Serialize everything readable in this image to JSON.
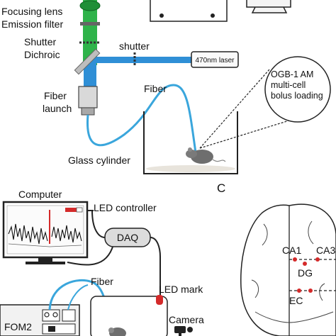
{
  "top_setup": {
    "labels": {
      "focusing_lens": "Focusing lens",
      "emission_filter": "Emission filter",
      "shutter_left": "Shutter",
      "dichroic": "Dichroic",
      "shutter_top": "shutter",
      "laser": "470nm laser",
      "fiber_launch_line1": "Fiber",
      "fiber_launch_line2": "launch",
      "fiber": "Fiber",
      "glass_cylinder": "Glass cylinder",
      "callout_line1": "OGB-1 AM",
      "callout_line2": "multi-cell",
      "callout_line3": "bolus loading"
    },
    "colors": {
      "emission_beam": "#2fb34a",
      "excitation_beam": "#2f8fd6",
      "fiber": "#3aa6dc"
    }
  },
  "bottom_setup": {
    "labels": {
      "computer": "Computer",
      "led_controller": "LED controller",
      "daq": "DAQ",
      "fiber": "Fiber",
      "led_mark": "LED mark",
      "camera": "Camera",
      "fom": "FOM2"
    },
    "colors": {
      "led_red": "#d42a2a",
      "trace": "#111111",
      "spike": "#d42a2a"
    }
  },
  "panel_letters": {
    "c": "C"
  },
  "brain": {
    "labels": {
      "ca1": "CA1",
      "ca3": "CA3",
      "dg": "DG",
      "ec": "EC"
    },
    "colors": {
      "dot": "#d42a2a"
    }
  }
}
